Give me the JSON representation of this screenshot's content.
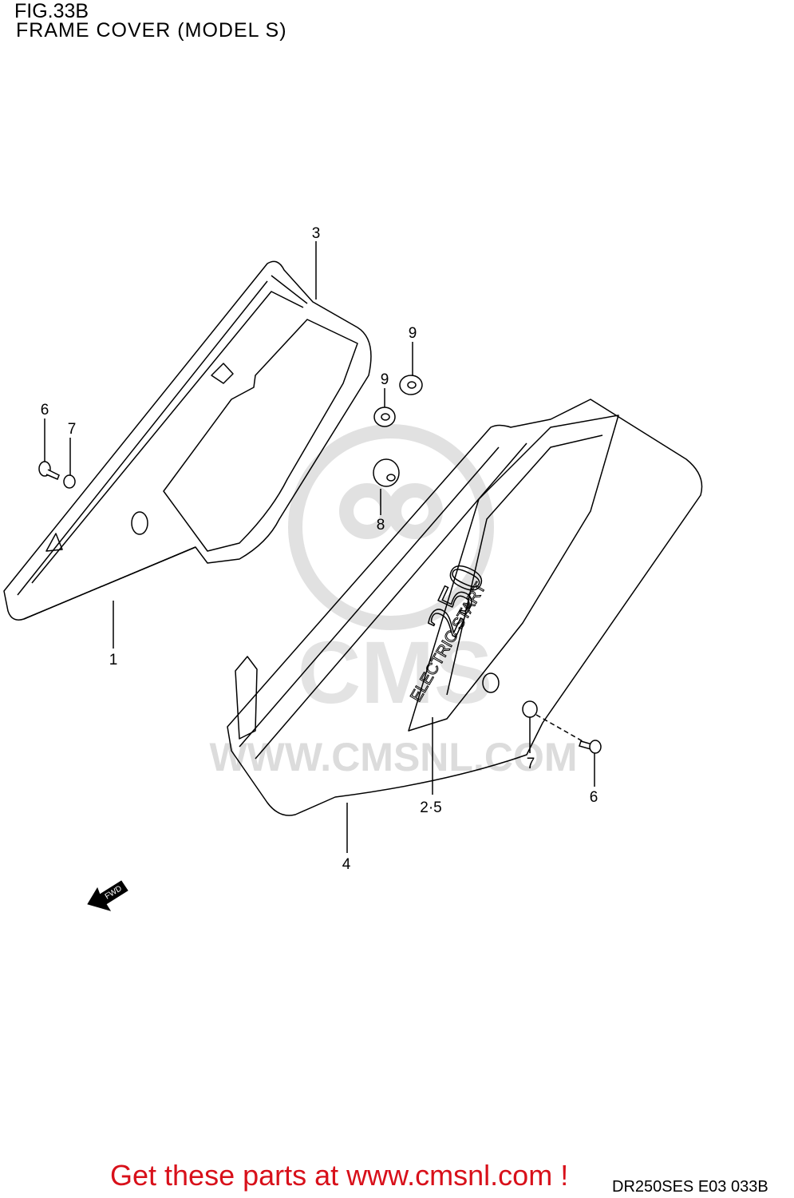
{
  "header": {
    "figure_id": "FIG.33B",
    "title": "FRAME COVER (MODEL S)"
  },
  "parts": [
    {
      "ref": "1"
    },
    {
      "ref": "2·5"
    },
    {
      "ref": "3"
    },
    {
      "ref": "4"
    },
    {
      "ref": "6"
    },
    {
      "ref": "7"
    },
    {
      "ref": "8"
    },
    {
      "ref": "9"
    }
  ],
  "callouts": {
    "p1": "1",
    "p3": "3",
    "p6a": "6",
    "p7a": "7",
    "p9a": "9",
    "p9b": "9",
    "p8": "8",
    "p25": "2·5",
    "p4": "4",
    "p7b": "7",
    "p6b": "6"
  },
  "decal": {
    "number": "250",
    "text": "ELECTRIC START"
  },
  "watermark": {
    "url": "WWW.CMSNL.COM",
    "logo_text": "CMS"
  },
  "direction_arrow": "FWD",
  "footer": {
    "cta": "Get these parts at www.cmsnl.com !",
    "code": "DR250SES E03  033B"
  },
  "colors": {
    "cta": "#d8101a",
    "watermark": "#d9d9d9",
    "line": "#000000"
  }
}
